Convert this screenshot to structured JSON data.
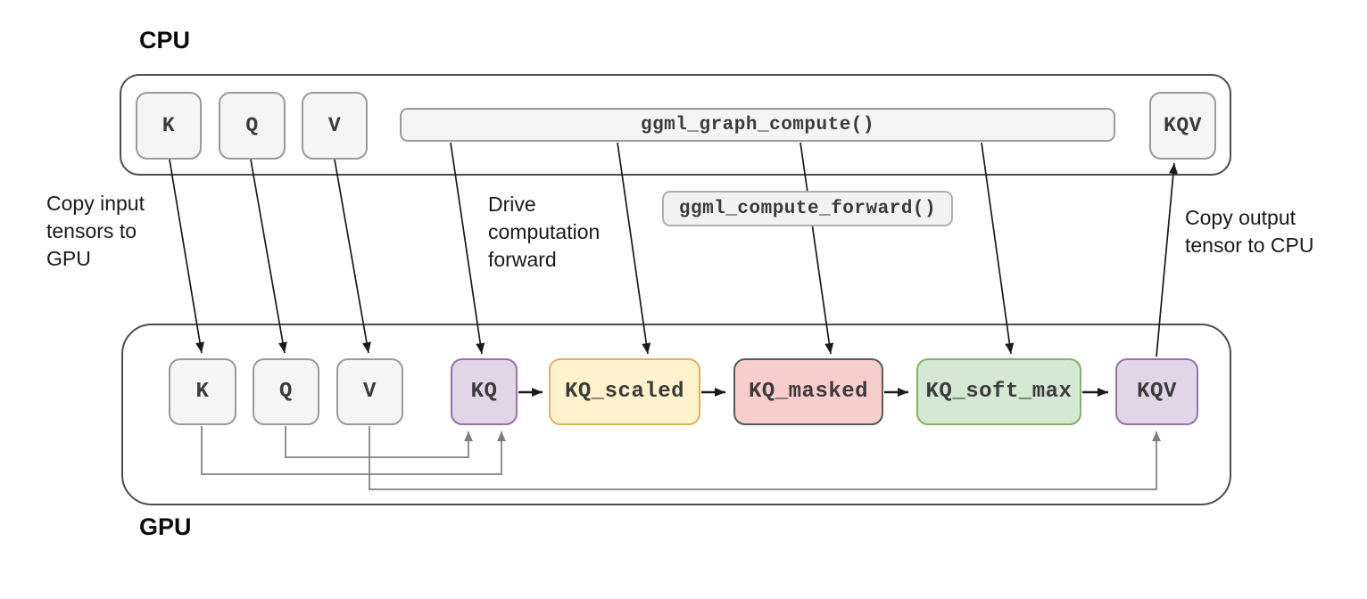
{
  "colors": {
    "container_border": "#4d4d4d",
    "node_fill": "#f5f5f5",
    "node_border": "#9a9a9a",
    "purple_fill": "#e1d5e7",
    "purple_border": "#9673a6",
    "yellow_fill": "#fff2cc",
    "yellow_border": "#d6b656",
    "red_fill": "#f8cecc",
    "red_border": "#595959",
    "green_fill": "#d5e8d4",
    "green_border": "#82b366",
    "arrow_black": "#1a1a1a",
    "arrow_gray": "#7f7f7f"
  },
  "cpu": {
    "label": "CPU",
    "nodes": {
      "k": "K",
      "q": "Q",
      "v": "V",
      "kqv": "KQV"
    },
    "function_bar": "ggml_graph_compute()"
  },
  "mid": {
    "function_box": "ggml_compute_forward()",
    "copy_input_lines": [
      "Copy input",
      "tensors to",
      "GPU"
    ],
    "drive_lines": [
      "Drive",
      "computation",
      "forward"
    ],
    "copy_output_lines": [
      "Copy output",
      "tensor to CPU"
    ]
  },
  "gpu": {
    "label": "GPU",
    "nodes": {
      "k": "K",
      "q": "Q",
      "v": "V",
      "kq": "KQ",
      "kq_scaled": "KQ_scaled",
      "kq_masked": "KQ_masked",
      "kq_soft_max": "KQ_soft_max",
      "kqv": "KQV"
    }
  }
}
